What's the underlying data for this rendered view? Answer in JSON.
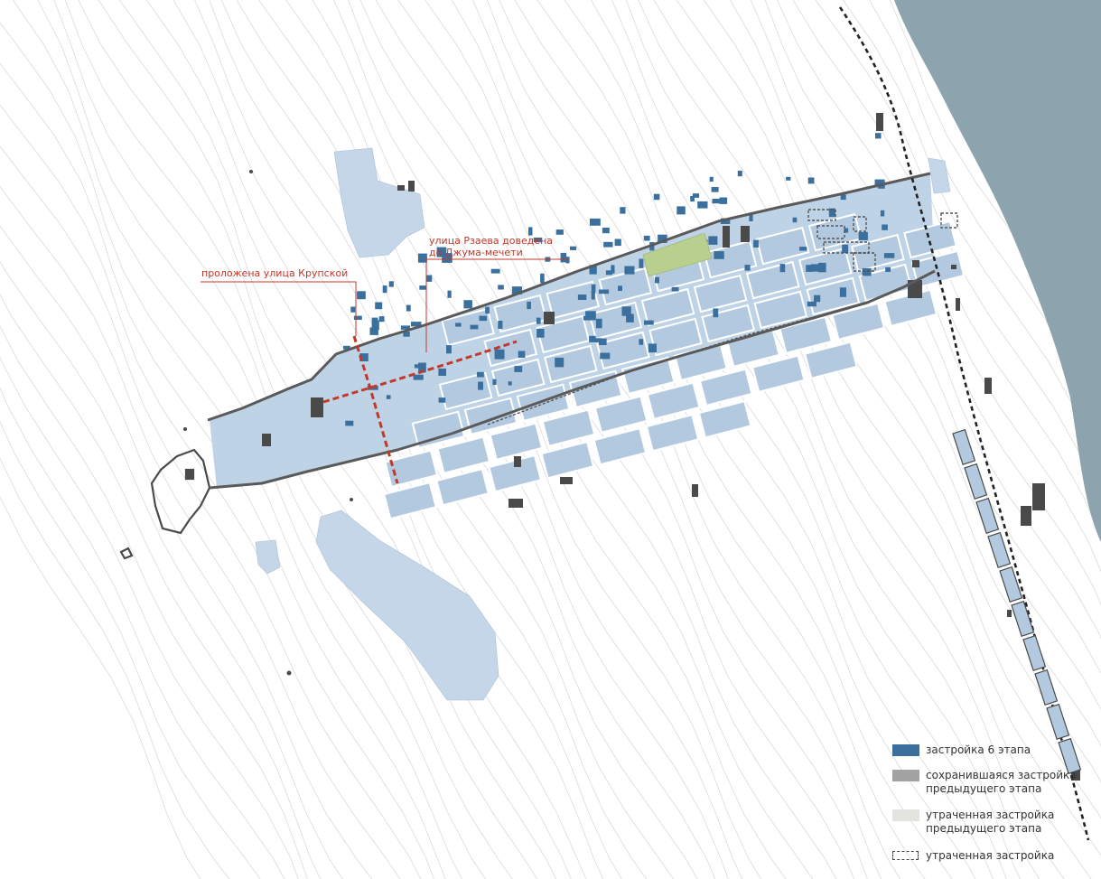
{
  "annotations": {
    "krupskoy": "проложена улица Крупской",
    "rzaeva_line1": "улица Рзаева доведена",
    "rzaeva_line2": "до Джума-мечети"
  },
  "legend": [
    {
      "label": "застройка 6 этапа",
      "color": "#3a6f9e"
    },
    {
      "label_line1": "сохранившаяся застройка",
      "label_line2": "предыдущего этапа",
      "color": "#a3a3a3"
    },
    {
      "label_line1": "утраченная застройка",
      "label_line2": "предыдущего этапа",
      "color": "#e3e3df"
    },
    {
      "label": "утраченная застройка",
      "swatch": "dashed-outline"
    }
  ],
  "colors": {
    "water": "#8da3ad",
    "new_build": "#3a6f9e",
    "block_fill": "#b3c9df",
    "preserved": "#4a4a4a",
    "contour": "#dadada",
    "annotation": "#c0392b",
    "park": "#b9cf8e"
  },
  "icons": [
    "railway-line",
    "city-wall",
    "contour-lines"
  ]
}
